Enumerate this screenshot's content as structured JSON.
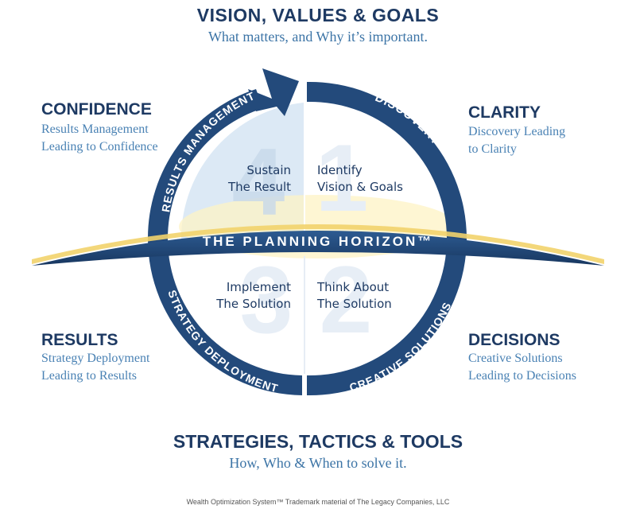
{
  "top": {
    "title": "VISION, VALUES & GOALS",
    "subtitle": "What matters, and Why it’s important."
  },
  "bottom": {
    "title": "STRATEGIES, TACTICS & TOOLS",
    "subtitle": "How, Who & When to solve it."
  },
  "corners": {
    "top_left": {
      "title": "CONFIDENCE",
      "line1": "Results Management",
      "line2": "Leading to Confidence"
    },
    "top_right": {
      "title": "CLARITY",
      "line1": "Discovery Leading",
      "line2": "to Clarity"
    },
    "bottom_left": {
      "title": "RESULTS",
      "line1": "Strategy Deployment",
      "line2": "Leading to Results"
    },
    "bottom_right": {
      "title": "DECISIONS",
      "line1": "Creative Solutions",
      "line2": "Leading to Decisions"
    }
  },
  "ring": {
    "discovery": "DISCOVERY",
    "creative_solutions": "CREATIVE SOLUTIONS",
    "strategy_deployment": "STRATEGY DEPLOYMENT",
    "results_management": "RESULTS MANAGEMENT"
  },
  "quadrants": {
    "q1": {
      "number": "1",
      "line1": "Identify",
      "line2": "Vision & Goals"
    },
    "q2": {
      "number": "2",
      "line1": "Think About",
      "line2": "The Solution"
    },
    "q3": {
      "number": "3",
      "line1": "Implement",
      "line2": "The Solution"
    },
    "q4": {
      "number": "4",
      "line1": "Sustain",
      "line2": "The Result"
    }
  },
  "horizon": {
    "label": "THE PLANNING HORIZON™"
  },
  "footer": "Wealth Optimization System™ Trademark material of The Legacy Companies, LLC",
  "colors": {
    "navy": "#1e3a63",
    "ring": "#234a7b",
    "accent_blue": "#4a82b4",
    "light_blue": "#dce9f5",
    "horizon_glow": "#f2d36b"
  }
}
